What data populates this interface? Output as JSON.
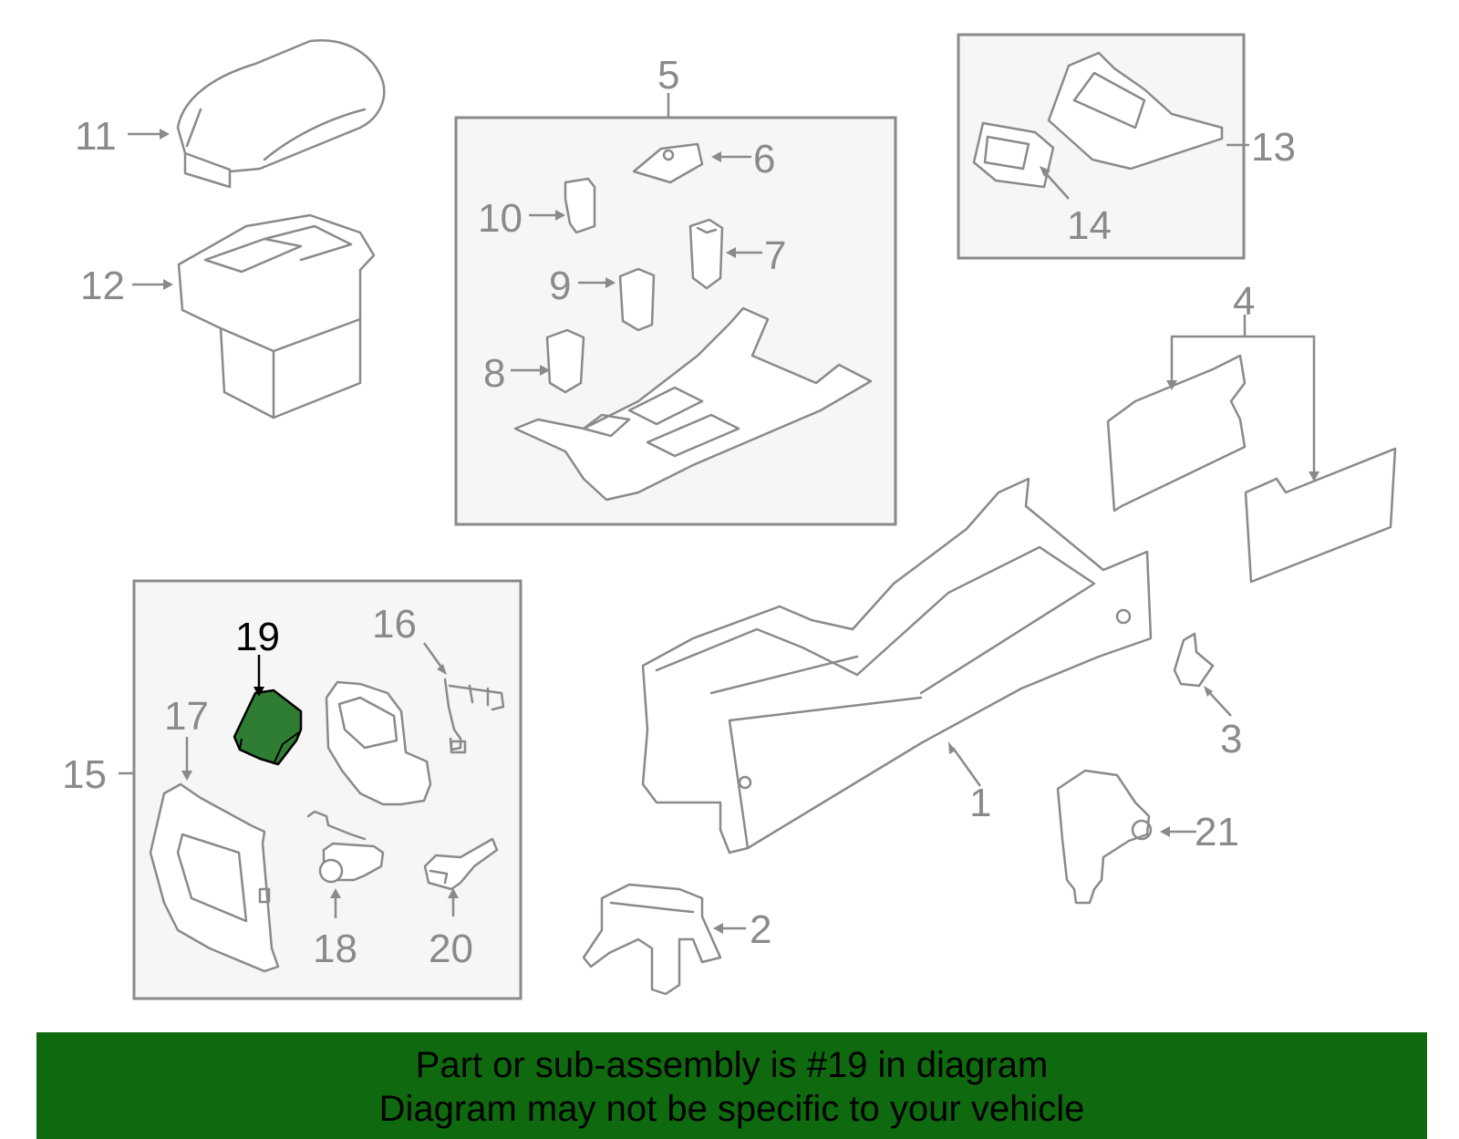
{
  "callouts": {
    "c1": "1",
    "c2": "2",
    "c3": "3",
    "c4": "4",
    "c5": "5",
    "c6": "6",
    "c7": "7",
    "c8": "8",
    "c9": "9",
    "c10": "10",
    "c11": "11",
    "c12": "12",
    "c13": "13",
    "c14": "14",
    "c15": "15",
    "c16": "16",
    "c17": "17",
    "c18": "18",
    "c19": "19",
    "c20": "20",
    "c21": "21"
  },
  "highlight": {
    "part": "19",
    "color": "#2e7d32"
  },
  "banner": {
    "line1": "Part or sub-assembly is #19 in diagram",
    "line2": "Diagram may not be specific to your vehicle",
    "background": "#0f6a0f"
  }
}
